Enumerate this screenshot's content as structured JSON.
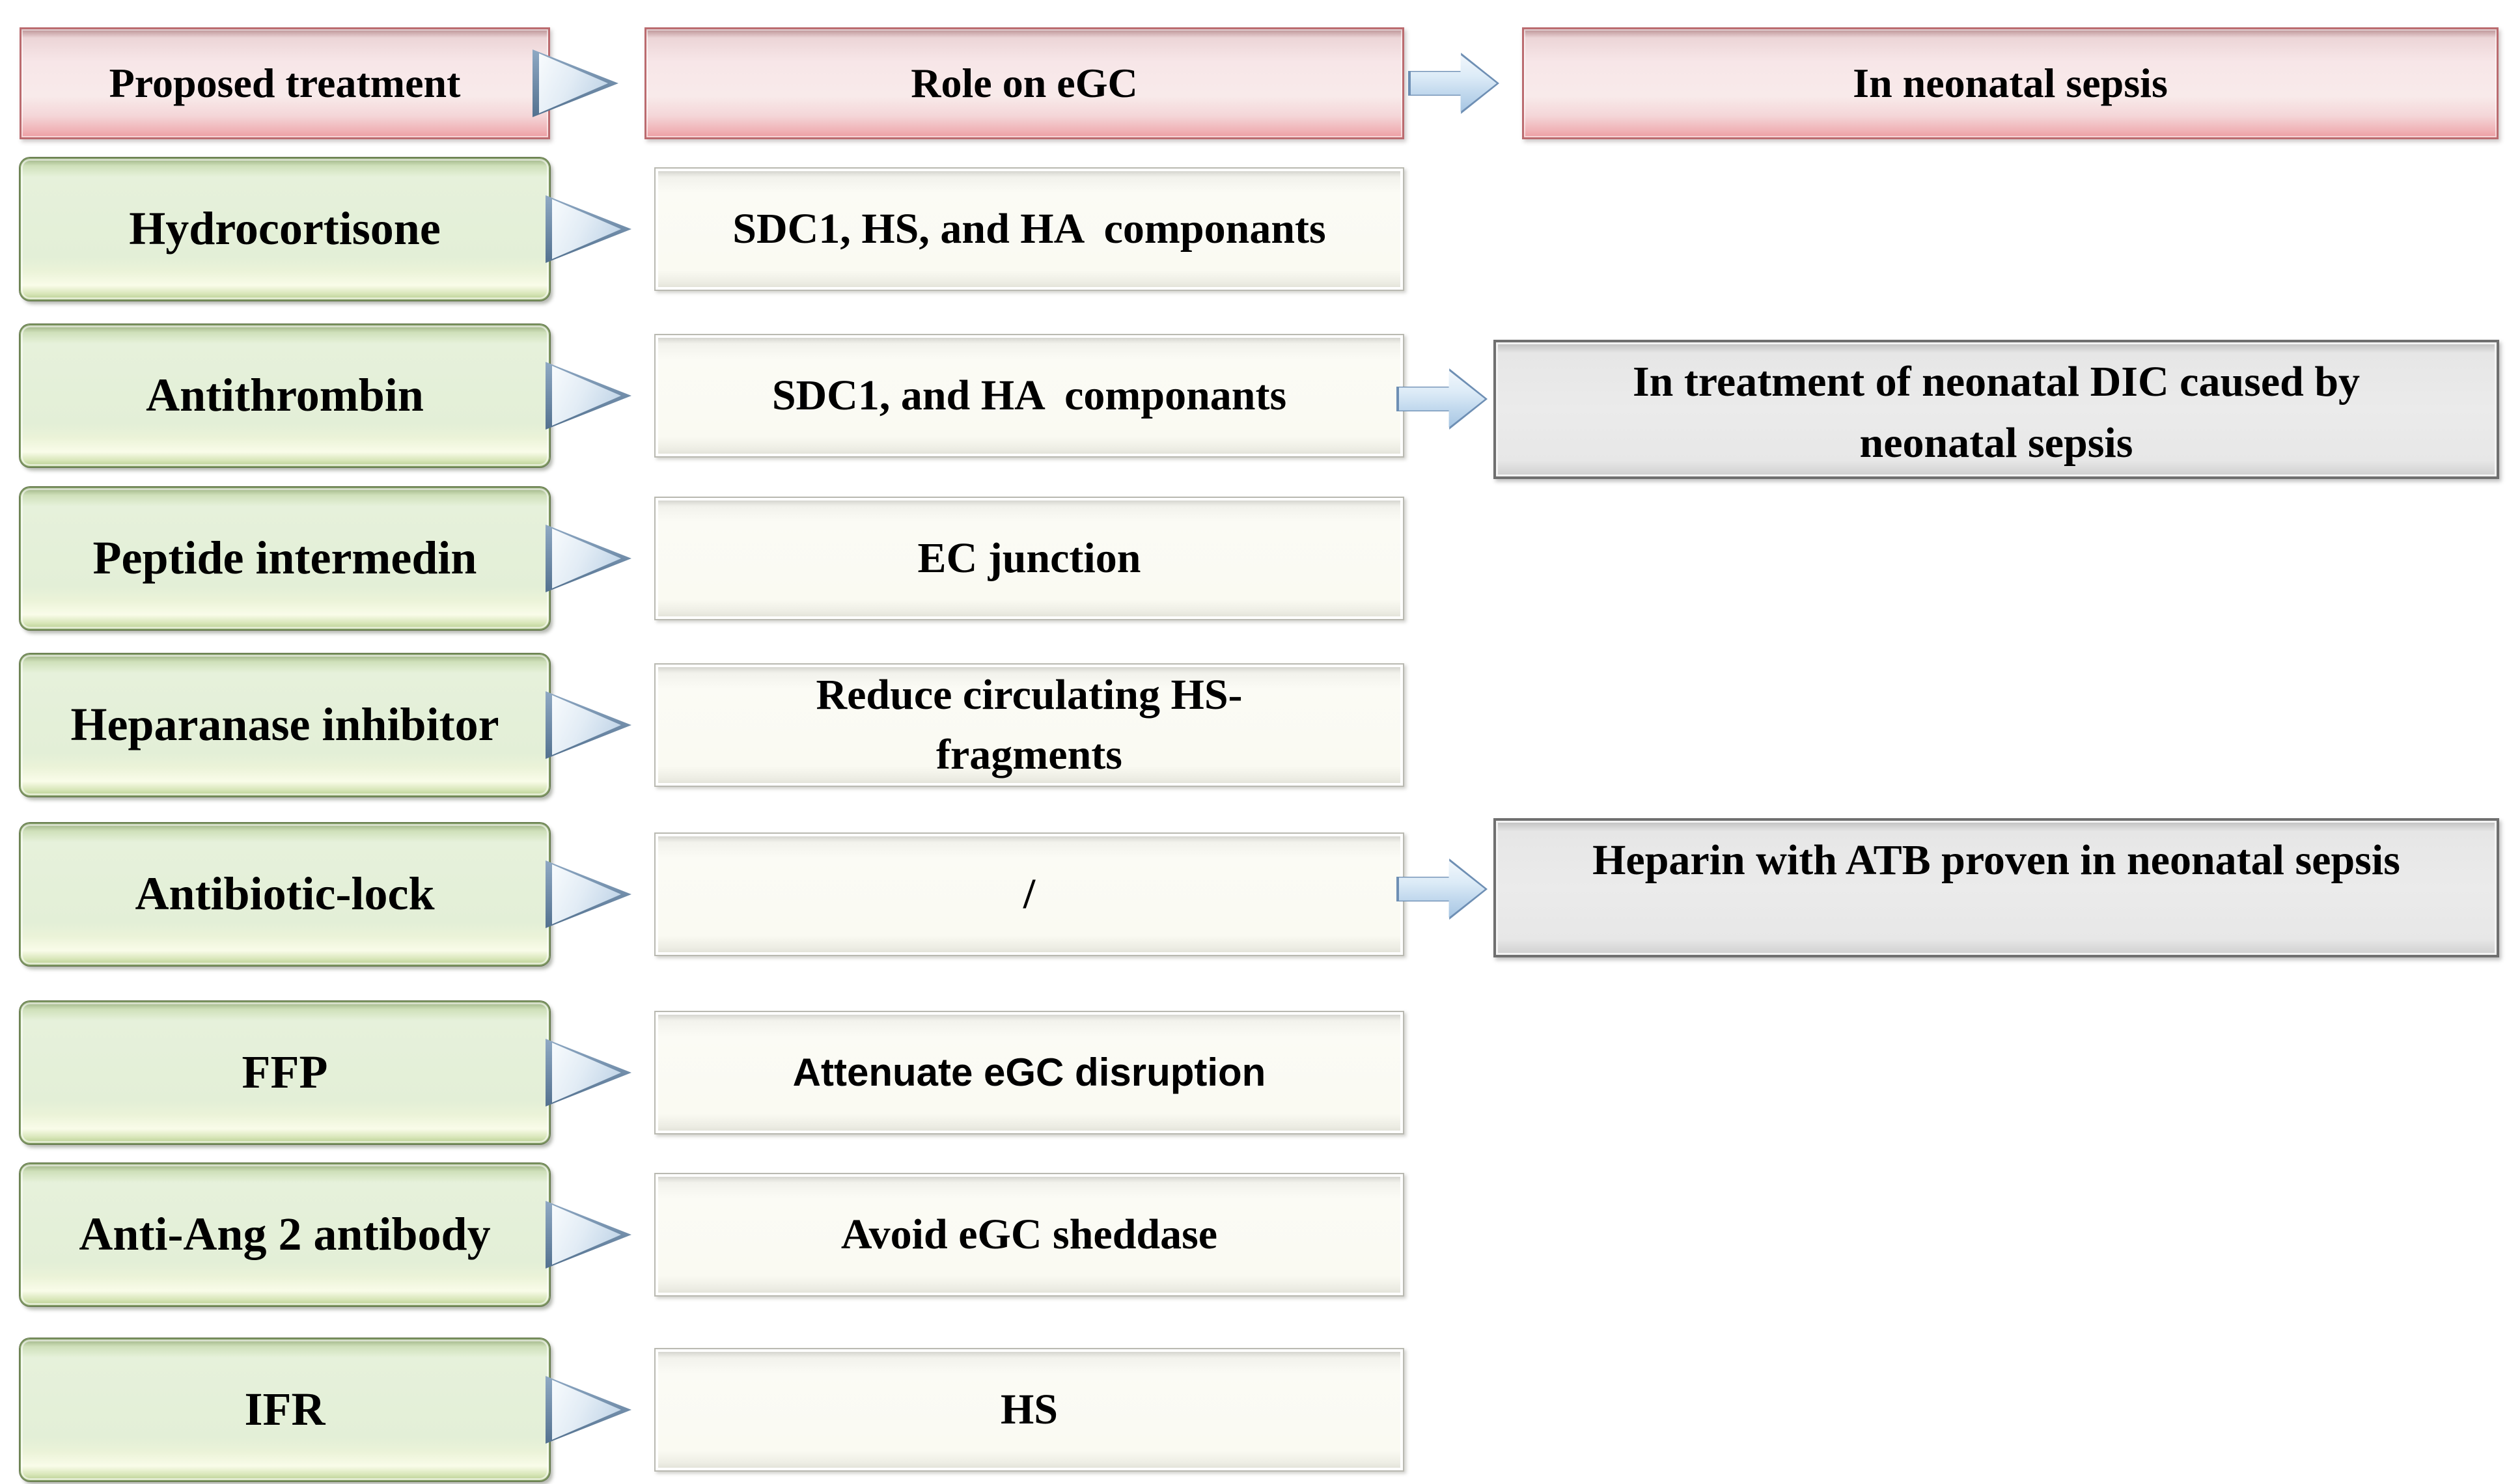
{
  "figure": {
    "description": "Flow diagram of proposed treatments, their role on eGC, and use in neonatal sepsis"
  },
  "headers": {
    "treatment": "Proposed treatment",
    "role": "Role on eGC",
    "sepsis": "In neonatal sepsis"
  },
  "rows": [
    {
      "treatment": "Hydrocortisone",
      "role": "SDC1, HS, and HA  componants"
    },
    {
      "treatment": "Antithrombin",
      "role": "SDC1, and HA  componants",
      "outcome": "In treatment of neonatal DIC caused by\nneonatal sepsis"
    },
    {
      "treatment": "Peptide intermedin",
      "role": "EC junction"
    },
    {
      "treatment": "Heparanase inhibitor",
      "role": "Reduce circulating HS-\nfragments"
    },
    {
      "treatment": "Antibiotic-lock",
      "role": "/",
      "outcome": "Heparin with ATB proven in neonatal sepsis"
    },
    {
      "treatment": "FFP",
      "role": "Attenuate eGC disruption"
    },
    {
      "treatment": "Anti-Ang 2 antibody",
      "role": "Avoid eGC sheddase"
    },
    {
      "treatment": "IFR",
      "role": "HS"
    }
  ],
  "palette": {
    "header_fill": "#f7e6e8",
    "header_border": "#bb6b6f",
    "treatment_fill": "#e3efd7",
    "treatment_border": "#7c9660",
    "role_fill": "#fbfbf5",
    "role_border": "#b9b9b1",
    "outcome_fill": "#ebebeb",
    "outcome_border": "#6f6f6f",
    "arrow_fill": "#cfe3f6",
    "arrow_border": "#6e8fb4",
    "text": "#000000"
  }
}
